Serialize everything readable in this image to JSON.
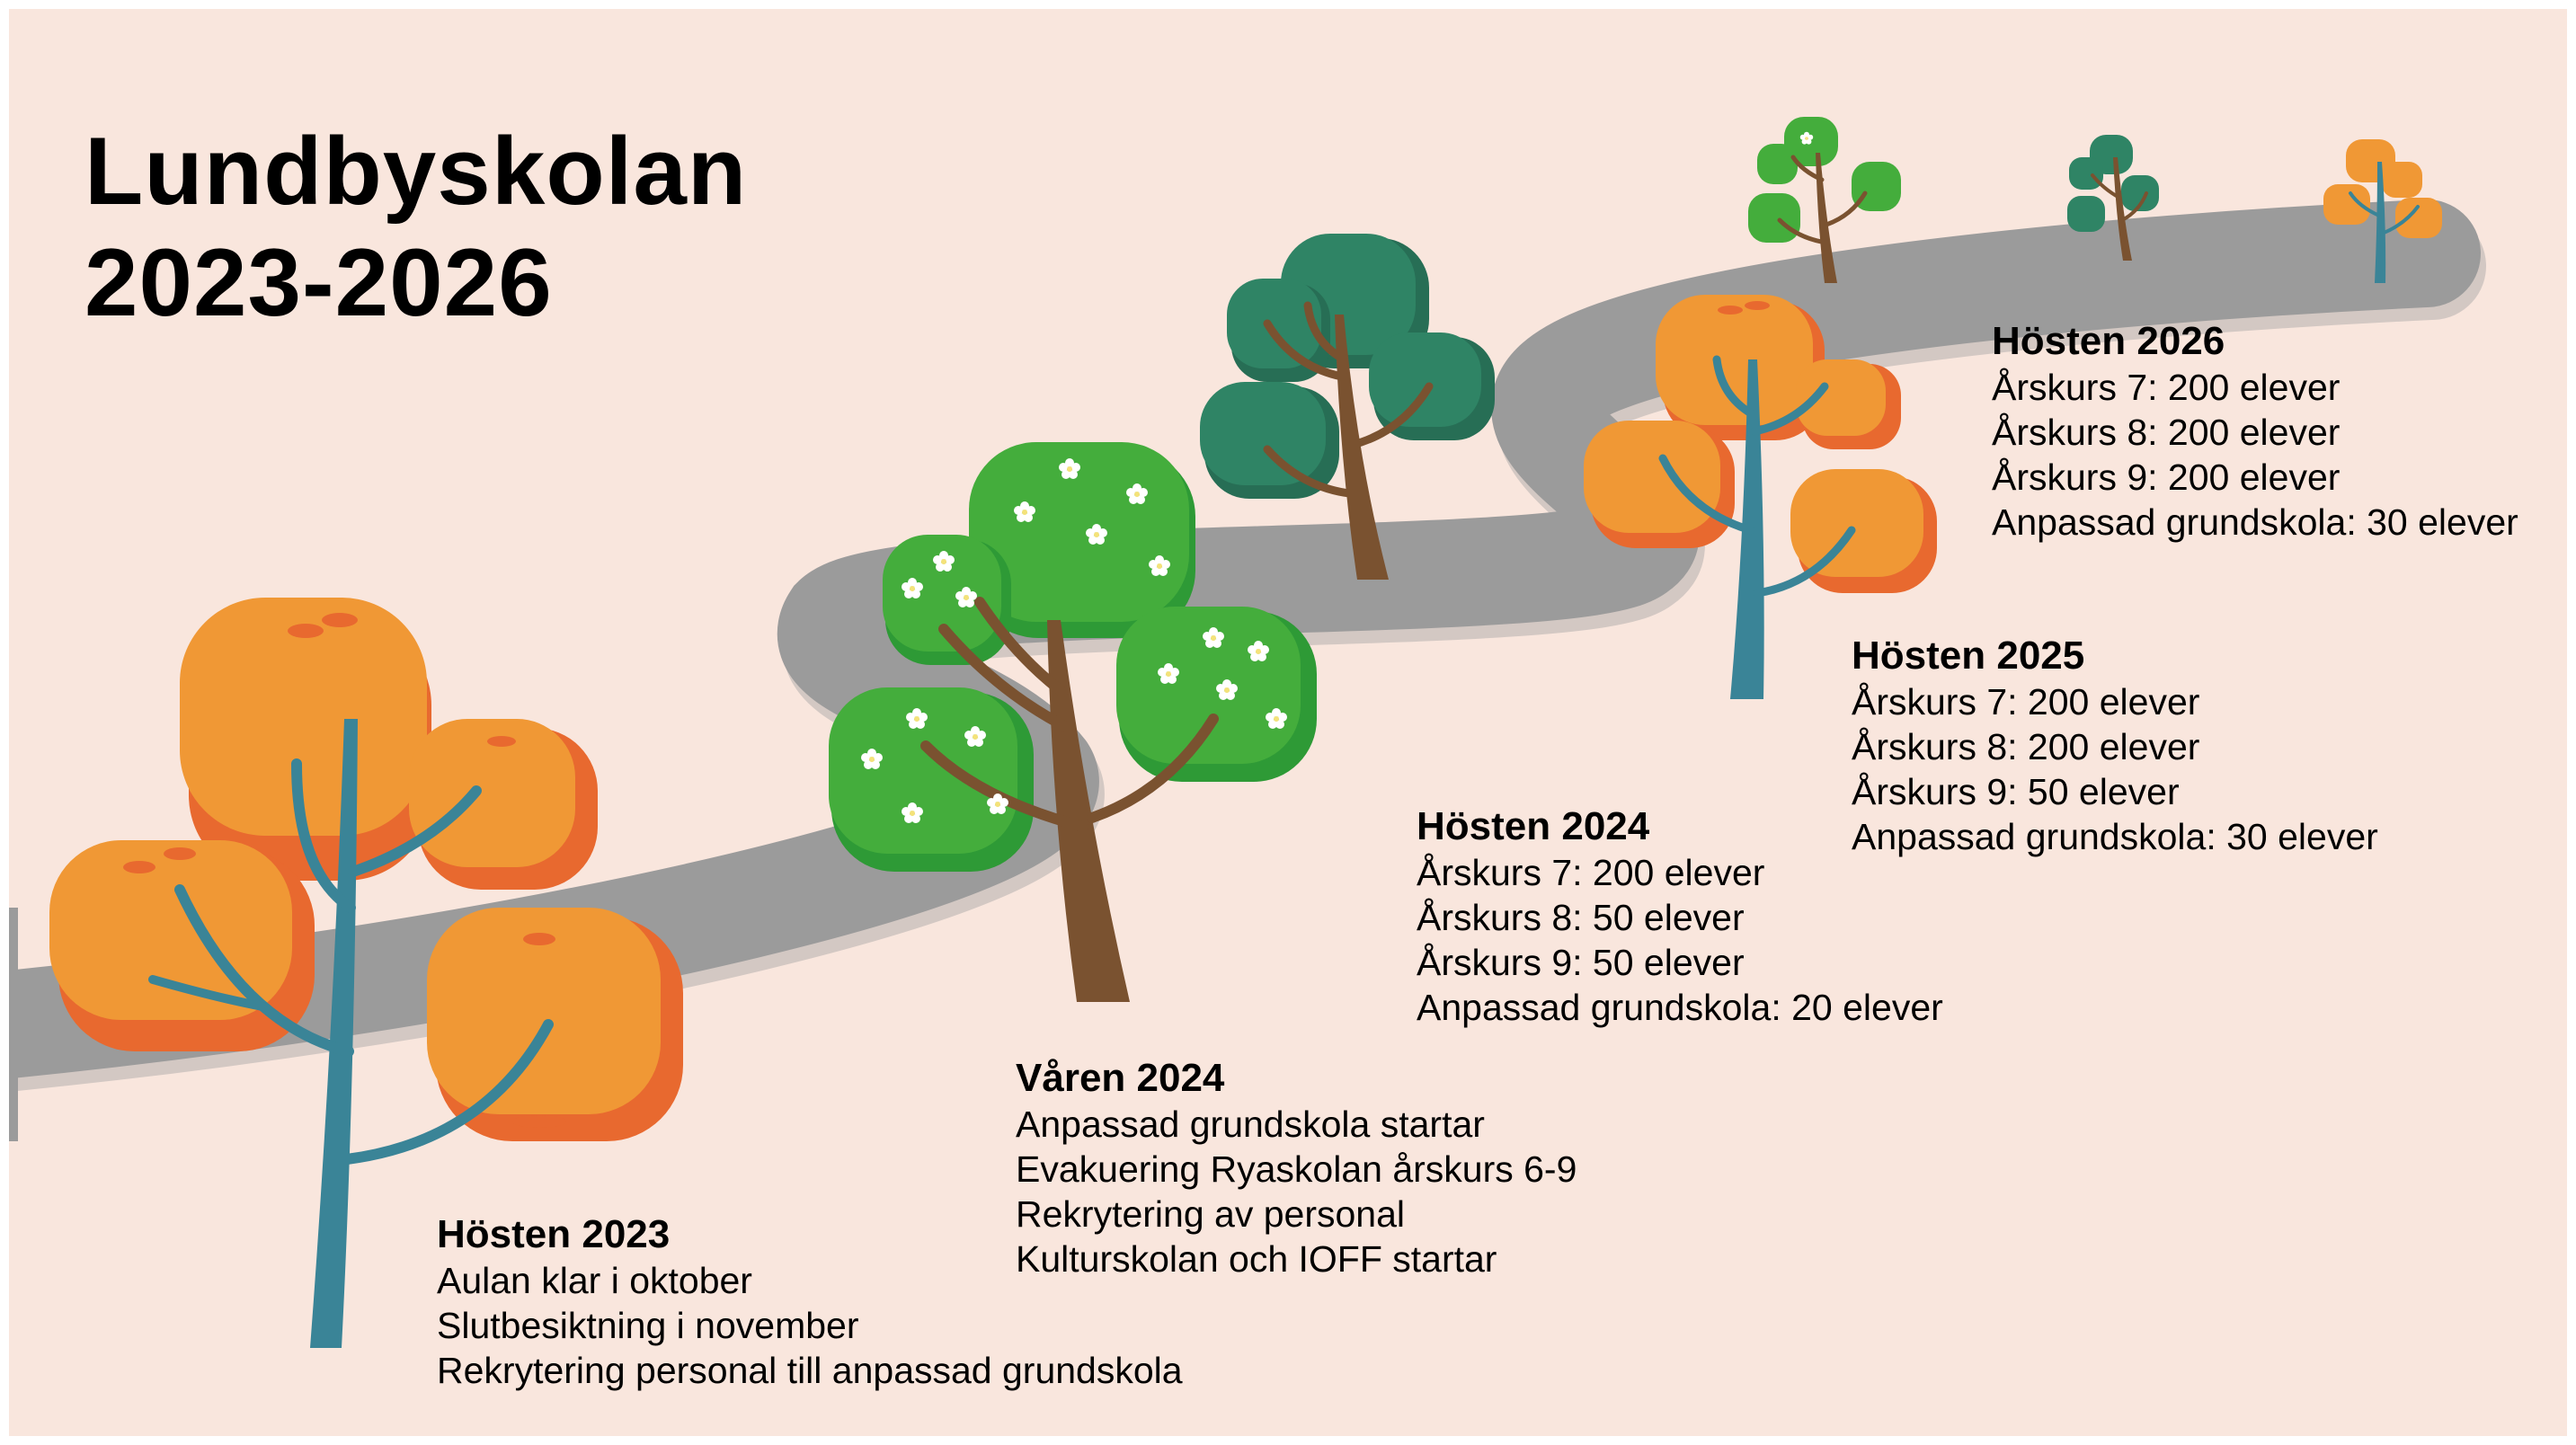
{
  "title": {
    "line1": "Lundbyskolan",
    "line2": "2023-2026"
  },
  "milestones": [
    {
      "heading": "Hösten 2023",
      "items": [
        "Aulan klar i oktober",
        "Slutbesiktning i november",
        "Rekrytering personal till anpassad grundskola"
      ]
    },
    {
      "heading": "Våren 2024",
      "items": [
        "Anpassad grundskola startar",
        "Evakuering Ryaskolan årskurs 6-9",
        "Rekrytering av personal",
        "Kulturskolan och IOFF startar"
      ]
    },
    {
      "heading": "Hösten 2024",
      "items": [
        "Årskurs 7: 200 elever",
        "Årskurs 8: 50 elever",
        "Årskurs 9: 50 elever",
        "Anpassad grundskola: 20 elever"
      ]
    },
    {
      "heading": "Hösten 2025",
      "items": [
        "Årskurs 7: 200 elever",
        "Årskurs 8: 200 elever",
        "Årskurs 9: 50 elever",
        "Anpassad grundskola: 30 elever"
      ]
    },
    {
      "heading": "Hösten 2026",
      "items": [
        "Årskurs 7: 200 elever",
        "Årskurs 8: 200 elever",
        "Årskurs 9: 200 elever",
        "Anpassad grundskola: 30 elever"
      ]
    }
  ],
  "colors": {
    "background": "#f9e6dd",
    "road": "#9b9b9b",
    "road_shadow": "#cccccc",
    "orange_foliage": "#f09835",
    "orange_shade": "#e8692f",
    "teal_trunk": "#3a8497",
    "green_foliage": "#44ad3c",
    "dark_green_foliage": "#2f8465",
    "brown_trunk": "#7a5230"
  }
}
